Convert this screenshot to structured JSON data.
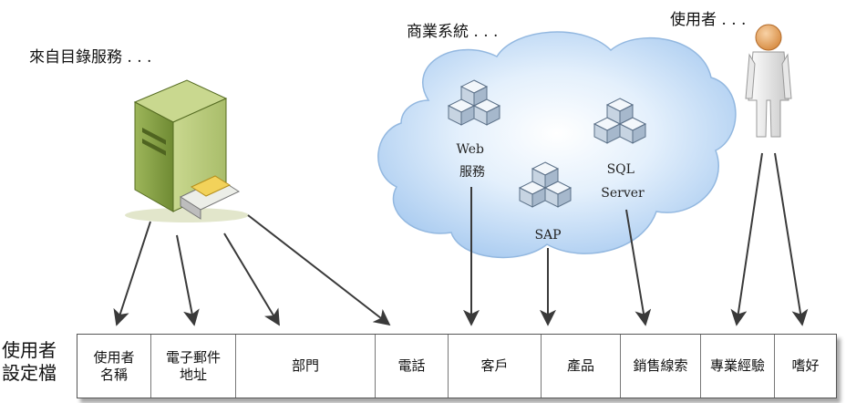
{
  "sources": {
    "directory": "來自目錄服務 . . .",
    "business": "商業系統 . . .",
    "user": "使用者 . . ."
  },
  "systems": {
    "web": [
      "Web",
      "服務"
    ],
    "sap": [
      "SAP"
    ],
    "sql": [
      "SQL",
      "Server"
    ]
  },
  "profile": {
    "title": "使用者\n設定檔",
    "fields": [
      "使用者\n名稱",
      "電子郵件\n地址",
      "部門",
      "電話",
      "客戶",
      "產品",
      "銷售線索",
      "專業經驗",
      "嗜好"
    ]
  },
  "colors": {
    "cloud": "#b7d5f5",
    "server": "#8fa64a",
    "cube": "#dde6ef",
    "arrow": "#3a3a3a"
  }
}
